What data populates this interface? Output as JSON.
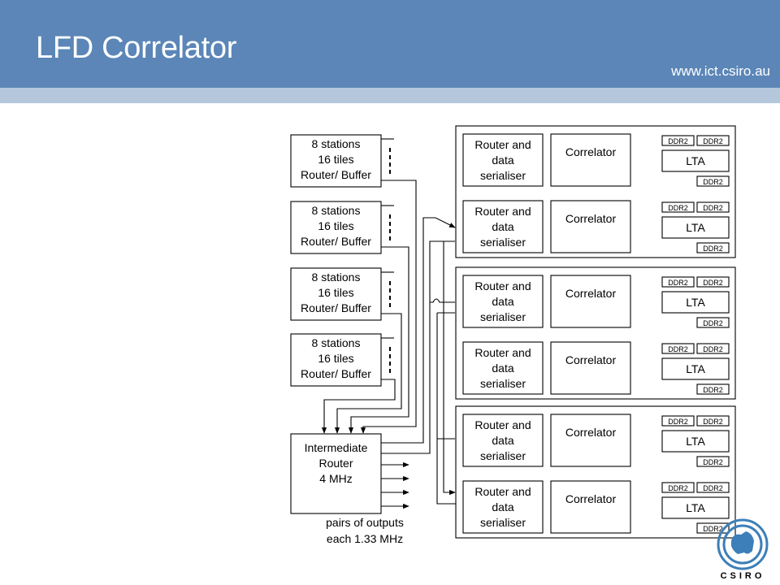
{
  "header": {
    "title": "LFD Correlator",
    "url": "www.ict.csiro.au",
    "bg_color": "#5b86b7",
    "stripe_color": "#b4c7dc"
  },
  "stations": [
    {
      "lines": [
        "8 stations",
        "16 tiles",
        "Router/ Buffer"
      ]
    },
    {
      "lines": [
        "8 stations",
        "16 tiles",
        "Router/ Buffer"
      ]
    },
    {
      "lines": [
        "8 stations",
        "16 tiles",
        "Router/ Buffer"
      ]
    },
    {
      "lines": [
        "8 stations",
        "16 tiles",
        "Router/ Buffer"
      ]
    }
  ],
  "intermediate_router": {
    "lines": [
      "Intermediate",
      "Router",
      "4 MHz"
    ]
  },
  "outputs_note": {
    "lines": [
      "pairs of outputs",
      "each 1.33 MHz"
    ]
  },
  "boards": [
    {
      "units": [
        {
          "router": [
            "Router and",
            "data",
            "serialiser"
          ],
          "correlator": "Correlator",
          "lta": "LTA",
          "ddr_top": [
            "DDR2",
            "DDR2"
          ],
          "ddr_bottom": "DDR2"
        },
        {
          "router": [
            "Router and",
            "data",
            "serialiser"
          ],
          "correlator": "Correlator",
          "lta": "LTA",
          "ddr_top": [
            "DDR2",
            "DDR2"
          ],
          "ddr_bottom": "DDR2"
        }
      ]
    },
    {
      "units": [
        {
          "router": [
            "Router and",
            "data",
            "serialiser"
          ],
          "correlator": "Correlator",
          "lta": "LTA",
          "ddr_top": [
            "DDR2",
            "DDR2"
          ],
          "ddr_bottom": "DDR2"
        },
        {
          "router": [
            "Router and",
            "data",
            "serialiser"
          ],
          "correlator": "Correlator",
          "lta": "LTA",
          "ddr_top": [
            "DDR2",
            "DDR2"
          ],
          "ddr_bottom": "DDR2"
        }
      ]
    },
    {
      "units": [
        {
          "router": [
            "Router and",
            "data",
            "serialiser"
          ],
          "correlator": "Correlator",
          "lta": "LTA",
          "ddr_top": [
            "DDR2",
            "DDR2"
          ],
          "ddr_bottom": "DDR2"
        },
        {
          "router": [
            "Router and",
            "data",
            "serialiser"
          ],
          "correlator": "Correlator",
          "lta": "LTA",
          "ddr_top": [
            "DDR2",
            "DDR2"
          ],
          "ddr_bottom": "DDR2"
        }
      ]
    }
  ],
  "logo": {
    "text": "CSIRO",
    "icon": "csiro-logo-icon",
    "color": "#3d7fb8"
  }
}
